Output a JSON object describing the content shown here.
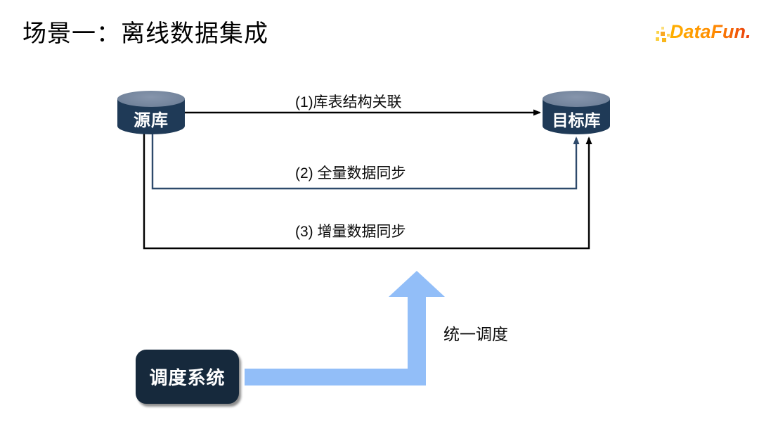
{
  "slide": {
    "title": "场景一：离线数据集成",
    "logo": {
      "text": "DataFun."
    }
  },
  "diagram": {
    "nodes": {
      "source_db": "源库",
      "target_db": "目标库",
      "scheduler": "调度系统"
    },
    "flows": [
      {
        "id": 1,
        "label": "(1)库表结构关联",
        "from": "源库",
        "to": "目标库"
      },
      {
        "id": 2,
        "label": "(2) 全量数据同步",
        "from": "源库",
        "to": "目标库"
      },
      {
        "id": 3,
        "label": "(3) 增量数据同步",
        "from": "源库",
        "to": "目标库"
      }
    ],
    "scheduler_arrow_label": "统一调度",
    "colors": {
      "db_body": "#1F3A57",
      "db_top": "#72839B",
      "navy_connector": "#2E4A6B",
      "black_connector": "#000000",
      "scheduler_box": "#16293C",
      "scheduler_arrow": "#92BEF8"
    }
  }
}
